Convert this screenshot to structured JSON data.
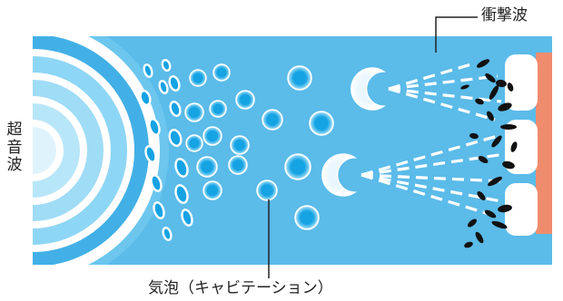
{
  "labels": {
    "shockwave": "衝撃波",
    "ultrasound": "超\n音\n波",
    "bubbles": "気泡（キャビテーション）"
  },
  "colors": {
    "panel": "#5bbbe9",
    "ring": "#2a9ee0",
    "ring_light": "#ffffff",
    "bubble": "#16a3e4",
    "bubble_rim": "#ffffff",
    "tooth": "#ffffff",
    "gum": "#f08c6e",
    "debris": "#111111",
    "line": "#222222"
  }
}
